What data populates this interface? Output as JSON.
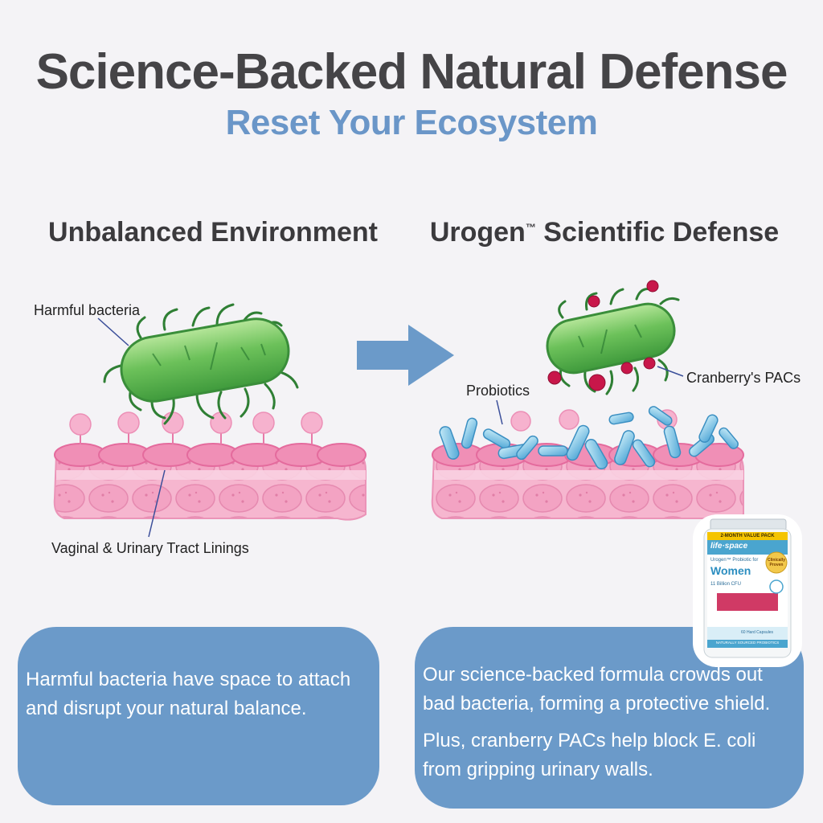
{
  "header": {
    "title": "Science-Backed Natural Defense",
    "subtitle": "Reset Your Ecosystem"
  },
  "left": {
    "heading": "Unbalanced Environment",
    "label_bacteria": "Harmful bacteria",
    "label_lining": "Vaginal & Urinary Tract Linings",
    "panel_text": "Harmful bacteria have space to attach and disrupt your natural balance."
  },
  "right": {
    "heading_brand": "Urogen",
    "heading_tm": "™",
    "heading_rest": " Scientific Defense",
    "label_probiotics": "Probiotics",
    "label_pacs": "Cranberry's PACs",
    "panel_text_1": "Our science-backed formula crowds out bad bacteria, forming a protective shield.",
    "panel_text_2": "Plus, cranberry PACs help block E. coli from gripping urinary walls."
  },
  "product": {
    "banner": "2-MONTH VALUE PACK",
    "brand": "life·space",
    "line": "Urogen™ Probiotic for",
    "name": "Women",
    "badge": "Clinically Proven",
    "cfu": "11 Billion CFU",
    "capsules": "60 Hard Capsules",
    "footer": "NATURALLY SOURCED PROBIOTICS"
  },
  "colors": {
    "title": "#454447",
    "subtitle": "#6a96c8",
    "panel": "#6b9ac9",
    "bacteria": "#6cc15a",
    "tissue": "#f4a9c8",
    "cranberry": "#c8174a",
    "probiotic": "#7ec3e4"
  }
}
